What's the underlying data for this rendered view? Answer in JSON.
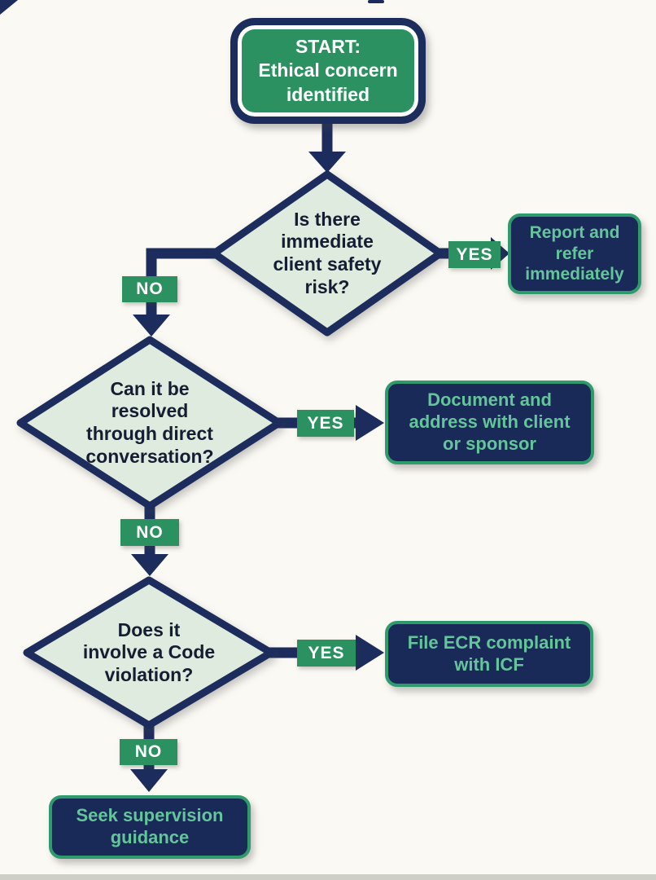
{
  "colors": {
    "background": "#fbf9f3",
    "navy": "#1c2c5c",
    "navy_box": "#1a2a58",
    "green": "#2b9161",
    "green_border": "#2f9b6c",
    "mint": "#e0ebdf",
    "diamond_text": "#141d31",
    "outcome_text": "#64c59a",
    "badge_text": "#ffffff",
    "start_text": "#ffffff"
  },
  "flow": {
    "start": {
      "label": "START:\nEthical concern\nidentified"
    },
    "decisions": [
      {
        "label": "Is there\nimmediate\nclient safety\nrisk?"
      },
      {
        "label": "Can it be\nresolved\nthrough direct\nconversation?"
      },
      {
        "label": "Does it\ninvolve a Code\nviolation?"
      }
    ],
    "outcomes": [
      {
        "label": "Report and\nrefer\nimmediately"
      },
      {
        "label": "Document and\naddress with client\nor sponsor"
      },
      {
        "label": "File ECR complaint\nwith ICF"
      },
      {
        "label": "Seek supervision\nguidance"
      }
    ],
    "yes_label": "YES",
    "no_label": "NO"
  }
}
